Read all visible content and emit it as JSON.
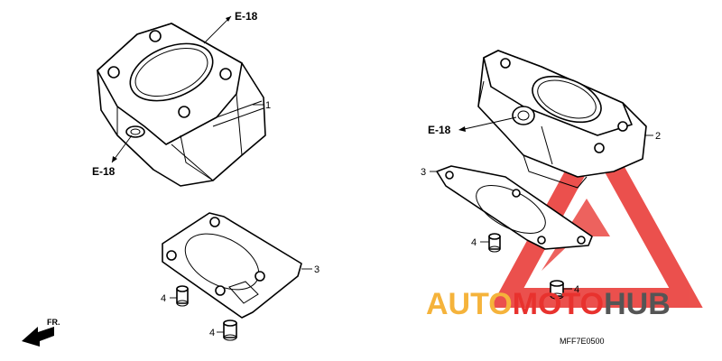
{
  "labels": {
    "e18_top": "E-18",
    "e18_left": "E-18",
    "e18_right": "E-18",
    "part1": "1",
    "part2": "2",
    "part3_left": "3",
    "part3_right": "3",
    "part4_a": "4",
    "part4_b": "4",
    "part4_c": "4",
    "part4_d": "4",
    "front_arrow": "FR.",
    "drawing_code": "MFF7E0500"
  },
  "watermark": {
    "word1": "AUTO",
    "word2": "MOTO",
    "word3": "HUB",
    "color_yellow": "#F5B33B",
    "color_red": "#E8322E",
    "color_dark": "#555555"
  }
}
